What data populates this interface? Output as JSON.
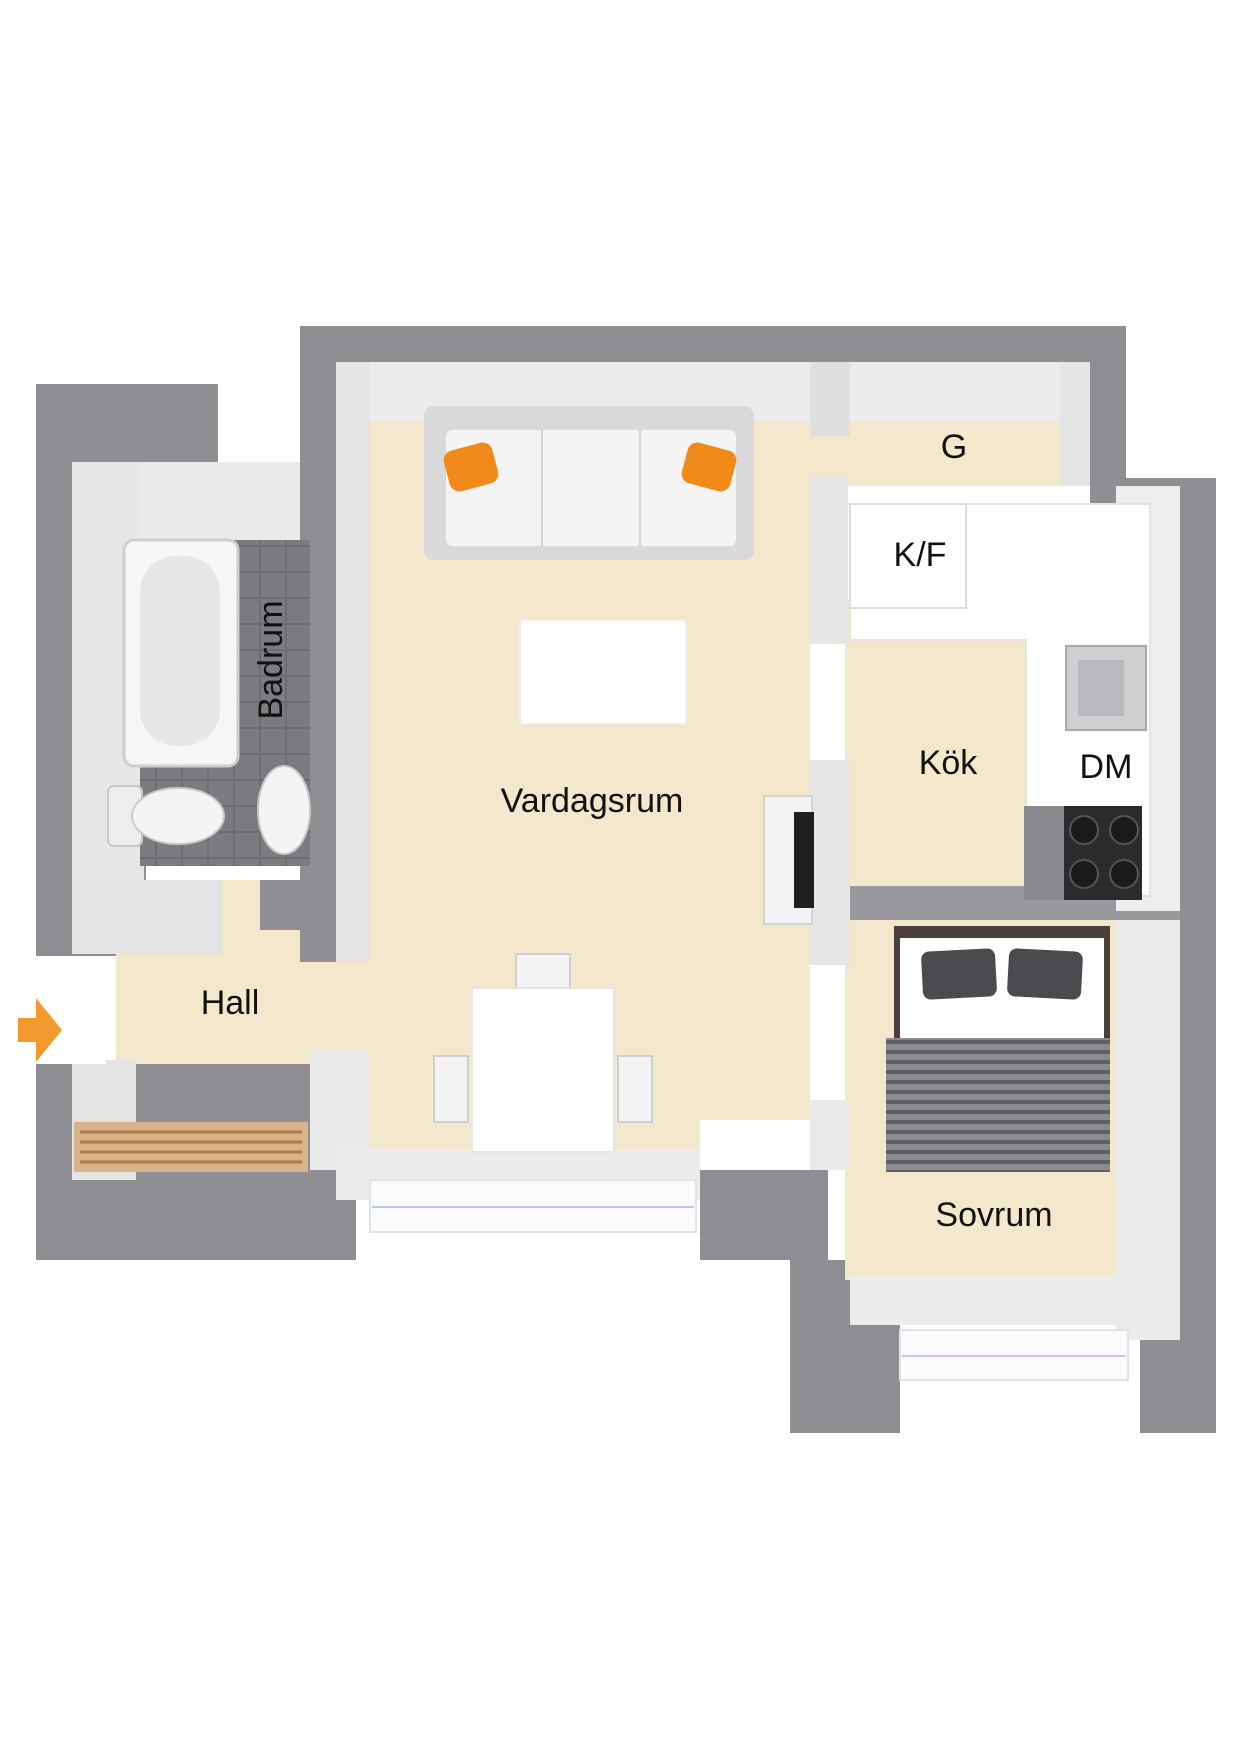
{
  "floorplan": {
    "rooms": {
      "vardagsrum": "Vardagsrum",
      "badrum": "Badrum",
      "hall": "Hall",
      "kok": "Kök",
      "kf": "K/F",
      "g": "G",
      "dm": "DM",
      "sovrum": "Sovrum"
    },
    "colors": {
      "wall": "#8e8e93",
      "floor": "#f3e7cc",
      "interior_wall": "#ffffff",
      "bath_tile": "#707276",
      "accent_pillow": "#f28a1a",
      "entrance_arrow": "#f29a2e"
    },
    "icons": [
      "entrance-arrow-icon",
      "sofa-icon",
      "bathtub-icon",
      "toilet-icon",
      "sink-icon",
      "stove-icon",
      "tv-icon",
      "bed-icon",
      "dining-table-icon",
      "shoe-rack-icon"
    ]
  }
}
